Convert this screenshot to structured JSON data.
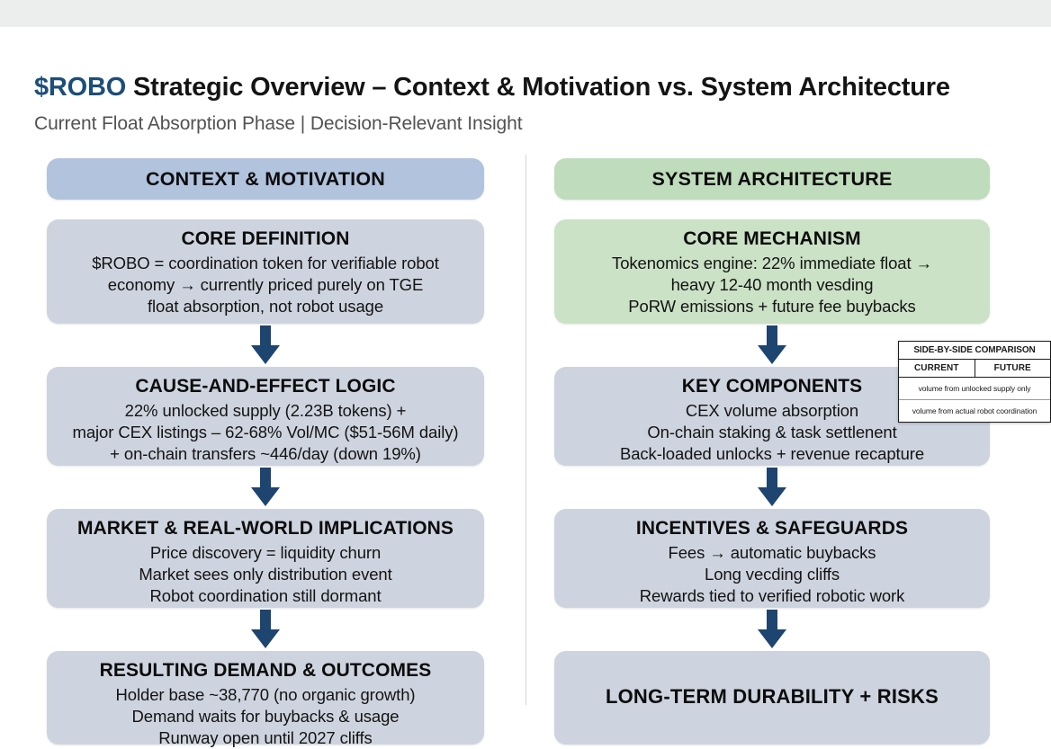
{
  "title": {
    "brand": "$ROBO",
    "rest": " Strategic Overview – Context & Motivation vs. System Architecture",
    "subtitle": "Current Float Absorption Phase | Decision-Relevant Insight",
    "brand_color": "#1c4e79"
  },
  "colors": {
    "header_blue": "#b2c3de",
    "header_green": "#bfdcbc",
    "body_blue": "#ced4df",
    "body_green": "#cbe2c6",
    "arrow": "#1e4470"
  },
  "left_column": {
    "header": "CONTEXT & MOTIVATION",
    "boxes": [
      {
        "title": "CORE DEFINITION",
        "lines": [
          "$ROBO = coordination token for verifiable robot",
          "economy → currently priced purely on TGE",
          "float absorption, not robot usage"
        ]
      },
      {
        "title": "CAUSE-AND-EFFECT LOGIC",
        "lines": [
          "22% unlocked supply (2.23B tokens) +",
          "major CEX listings – 62-68% Vol/MC ($51-56M daily)",
          "+ on-chain transfers ~446/day (down 19%)"
        ]
      },
      {
        "title": "MARKET & REAL-WORLD IMPLICATIONS",
        "lines": [
          "Price discovery = liquidity churn",
          "Market sees only distribution event",
          "Robot coordination still dormant"
        ]
      },
      {
        "title": "RESULTING DEMAND & OUTCOMES",
        "lines": [
          "Holder base ~38,770 (no organic growth)",
          "Demand waits for buybacks & usage",
          "Runway open until 2027 cliffs"
        ]
      }
    ]
  },
  "right_column": {
    "header": "SYSTEM ARCHITECTURE",
    "boxes": [
      {
        "title": "CORE MECHANISM",
        "lines": [
          "Tokenomics engine: 22% immediate float →",
          "heavy 12-40 month vesding",
          "PoRW emissions + future fee buybacks"
        ]
      },
      {
        "title": "KEY COMPONENTS",
        "lines": [
          "CEX volume absorption",
          "On-chain staking & task settlenent",
          "Back-loaded unlocks + revenue recapture"
        ]
      },
      {
        "title": "INCENTIVES & SAFEGUARDS",
        "lines": [
          "Fees → automatic buybacks",
          "Long vecding cliffs",
          "Rewards tied to verified robotic work"
        ]
      },
      {
        "title": "LONG-TERM DURABILITY + RISKS",
        "lines": []
      }
    ]
  },
  "comparison_table": {
    "title": "SIDE-BY-SIDE COMPARISON",
    "columns": [
      "CURRENT",
      "FUTURE"
    ],
    "rows": [
      "volume from unlocked supply only",
      "volume from actual robot coordination"
    ]
  }
}
